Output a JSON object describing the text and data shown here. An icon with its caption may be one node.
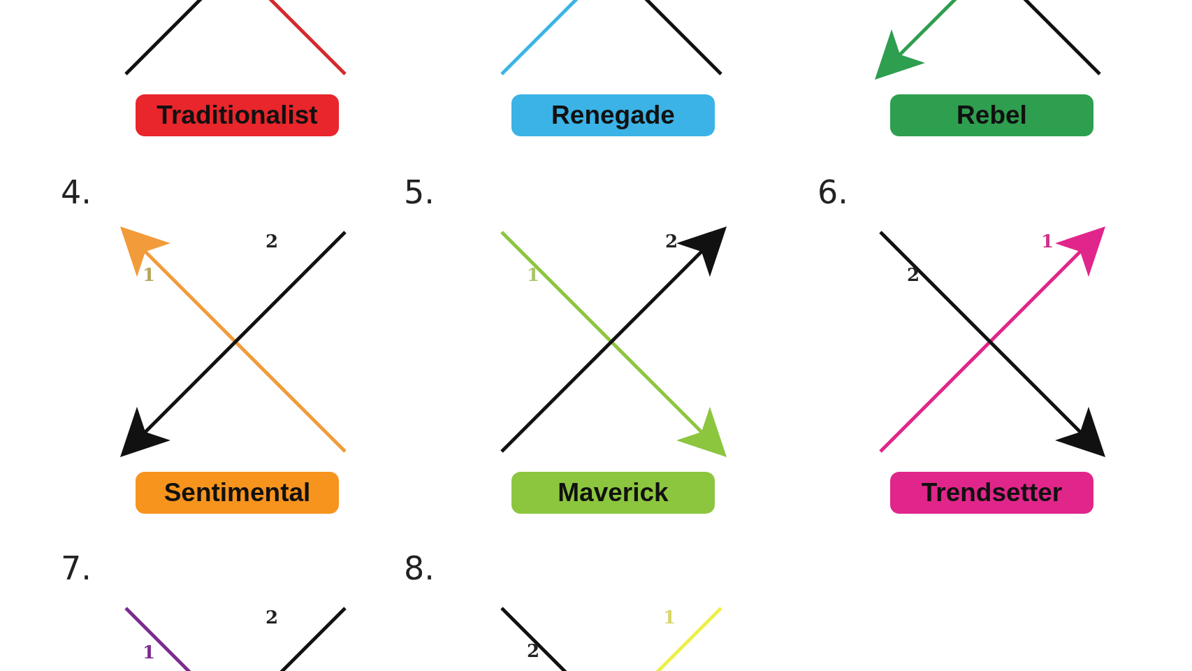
{
  "diagram": {
    "nodes": [
      {
        "text": [
          "Traditionalist"
        ]
      },
      {
        "text": [
          "Renegade"
        ]
      },
      {
        "text": [
          "Rebel"
        ]
      },
      {
        "text": [
          "Sentimental"
        ]
      },
      {
        "text": [
          "Maverick"
        ]
      },
      {
        "text": [
          "Trendsetter"
        ]
      }
    ],
    "labels": [
      "4.",
      "2",
      "1",
      "5.",
      "2",
      "1",
      "6.",
      "1",
      "2",
      "7.",
      "2",
      "1",
      "8.",
      "1",
      "2"
    ]
  }
}
